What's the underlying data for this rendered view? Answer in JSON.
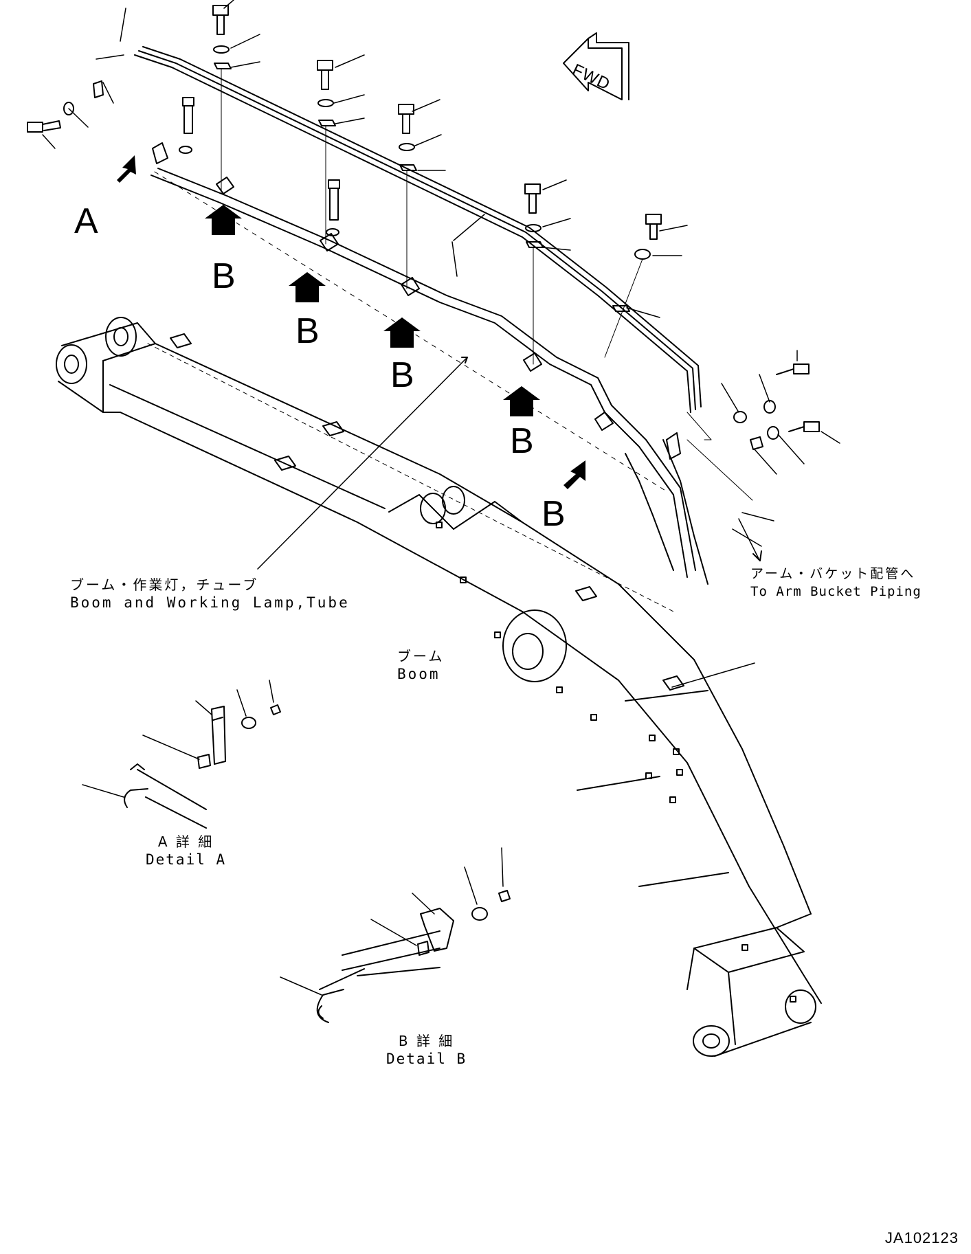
{
  "direction": {
    "fwd": "FWD"
  },
  "callouts": {
    "a": "A",
    "b": "B"
  },
  "labels": {
    "boom_tube_jp": "ブーム・作業灯，チューブ",
    "boom_tube_en": "Boom and Working Lamp,Tube",
    "boom_jp": "ブーム",
    "boom_en": "Boom",
    "arm_pipe_jp": "アーム・バケット配管へ",
    "arm_pipe_en": "To Arm Bucket Piping",
    "detail_a_jp": "A 詳 細",
    "detail_a_en": "Detail A",
    "detail_b_jp": "B 詳 細",
    "detail_b_en": "Detail B"
  },
  "drawing_code": "JA102123"
}
